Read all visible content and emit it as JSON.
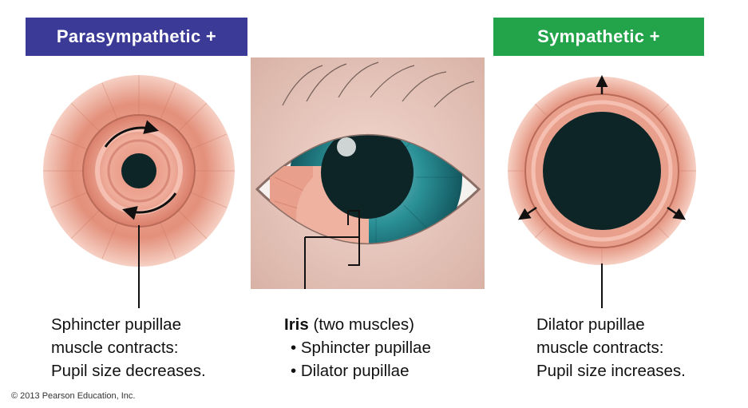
{
  "banners": {
    "parasympathetic": "Parasympathetic +",
    "sympathetic": "Sympathetic +"
  },
  "colors": {
    "parasympathetic_banner": "#3c3a97",
    "sympathetic_banner": "#23a34a",
    "iris_muscle": "#e89a86",
    "pupil": "#0d2527",
    "iris_teal": "#2a8f96"
  },
  "captions": {
    "left": {
      "line1": "Sphincter pupillae",
      "line2": "muscle contracts:",
      "line3": "Pupil size decreases."
    },
    "middle": {
      "title_bold": "Iris",
      "title_rest": " (two muscles)",
      "item1": "• Sphincter pupillae",
      "item2": "• Dilator pupillae"
    },
    "right": {
      "line1": "Dilator pupillae",
      "line2": "muscle contracts:",
      "line3": "Pupil size increases."
    }
  },
  "copyright": "© 2013 Pearson Education, Inc."
}
